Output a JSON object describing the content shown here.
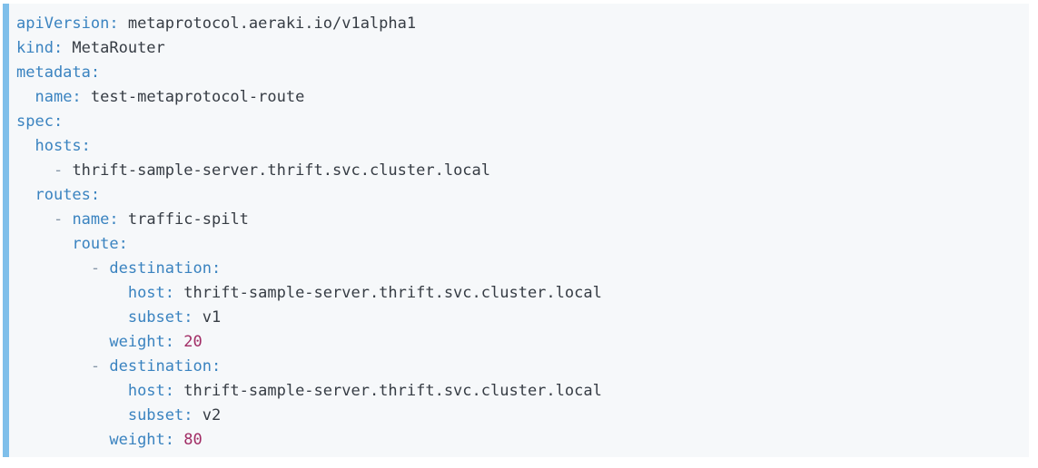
{
  "code_block": {
    "language": "yaml",
    "background": "#f6f8fa",
    "accent_bar_color": "#7fbfea",
    "colors": {
      "key": "#3a83c0",
      "value": "#363c44",
      "number": "#a12c65",
      "punctuation": "#8696a7"
    },
    "lines": [
      [
        {
          "c": "key",
          "t": "apiVersion:"
        },
        {
          "c": "value",
          "t": " metaprotocol.aeraki.io/v1alpha1"
        }
      ],
      [
        {
          "c": "key",
          "t": "kind:"
        },
        {
          "c": "value",
          "t": " MetaRouter"
        }
      ],
      [
        {
          "c": "key",
          "t": "metadata:"
        }
      ],
      [
        {
          "c": "ws",
          "t": "  "
        },
        {
          "c": "key",
          "t": "name:"
        },
        {
          "c": "value",
          "t": " test-metaprotocol-route"
        }
      ],
      [
        {
          "c": "key",
          "t": "spec:"
        }
      ],
      [
        {
          "c": "ws",
          "t": "  "
        },
        {
          "c": "key",
          "t": "hosts:"
        }
      ],
      [
        {
          "c": "ws",
          "t": "    "
        },
        {
          "c": "punct",
          "t": "- "
        },
        {
          "c": "value",
          "t": "thrift-sample-server.thrift.svc.cluster.local"
        }
      ],
      [
        {
          "c": "ws",
          "t": "  "
        },
        {
          "c": "key",
          "t": "routes:"
        }
      ],
      [
        {
          "c": "ws",
          "t": "    "
        },
        {
          "c": "punct",
          "t": "- "
        },
        {
          "c": "key",
          "t": "name:"
        },
        {
          "c": "value",
          "t": " traffic-spilt"
        }
      ],
      [
        {
          "c": "ws",
          "t": "      "
        },
        {
          "c": "key",
          "t": "route:"
        }
      ],
      [
        {
          "c": "ws",
          "t": "        "
        },
        {
          "c": "punct",
          "t": "- "
        },
        {
          "c": "key",
          "t": "destination:"
        }
      ],
      [
        {
          "c": "ws",
          "t": "            "
        },
        {
          "c": "key",
          "t": "host:"
        },
        {
          "c": "value",
          "t": " thrift-sample-server.thrift.svc.cluster.local"
        }
      ],
      [
        {
          "c": "ws",
          "t": "            "
        },
        {
          "c": "key",
          "t": "subset:"
        },
        {
          "c": "value",
          "t": " v1"
        }
      ],
      [
        {
          "c": "ws",
          "t": "          "
        },
        {
          "c": "key",
          "t": "weight:"
        },
        {
          "c": "number",
          "t": " 20"
        }
      ],
      [
        {
          "c": "ws",
          "t": "        "
        },
        {
          "c": "punct",
          "t": "- "
        },
        {
          "c": "key",
          "t": "destination:"
        }
      ],
      [
        {
          "c": "ws",
          "t": "            "
        },
        {
          "c": "key",
          "t": "host:"
        },
        {
          "c": "value",
          "t": " thrift-sample-server.thrift.svc.cluster.local"
        }
      ],
      [
        {
          "c": "ws",
          "t": "            "
        },
        {
          "c": "key",
          "t": "subset:"
        },
        {
          "c": "value",
          "t": " v2"
        }
      ],
      [
        {
          "c": "ws",
          "t": "          "
        },
        {
          "c": "key",
          "t": "weight:"
        },
        {
          "c": "number",
          "t": " 80"
        }
      ]
    ]
  }
}
